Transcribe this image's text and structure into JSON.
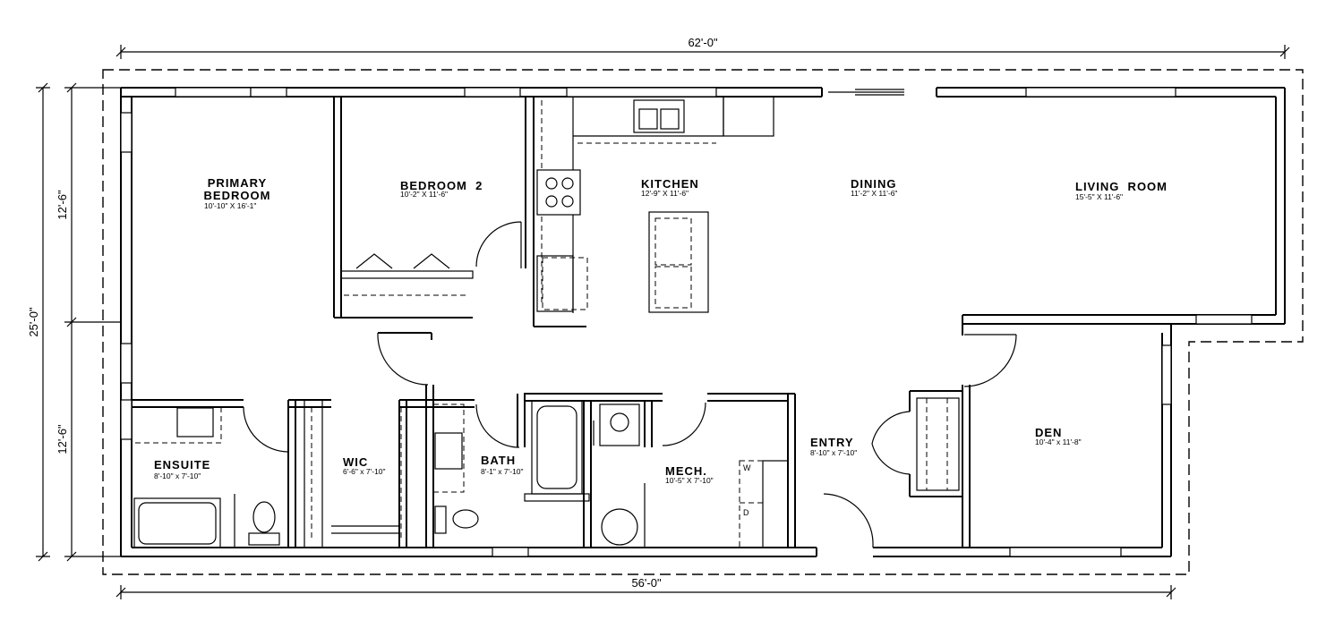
{
  "dimensions": {
    "top_total": "62'-0\"",
    "bottom_total": "56'-0\"",
    "left_total": "25'-0\"",
    "left_upper": "12'-6\"",
    "left_lower": "12'-6\""
  },
  "rooms": {
    "primary_bedroom": {
      "name_line1": "PRIMARY",
      "name_line2": "BEDROOM",
      "size": "10'-10\" X 16'-1\""
    },
    "bedroom2": {
      "name": "BEDROOM  2",
      "size": "10'-2\" X 11'-6\""
    },
    "kitchen": {
      "name": "KITCHEN",
      "size": "12'-9\" X 11'-6\""
    },
    "dining": {
      "name": "DINING",
      "size": "11'-2\" X 11'-6\""
    },
    "living_room": {
      "name": "LIVING  ROOM",
      "size": "15'-5\" X 11'-6\""
    },
    "ensuite": {
      "name": "ENSUITE",
      "size": "8'-10\" x 7'-10\""
    },
    "wic": {
      "name": "WIC",
      "size": "6'-6\" x 7'-10\""
    },
    "bath": {
      "name": "BATH",
      "size": "8'-1\" x 7'-10\""
    },
    "mech": {
      "name": "MECH.",
      "size": "10'-5\" X 7'-10\""
    },
    "entry": {
      "name": "ENTRY",
      "size": "8'-10\" x 7'-10\""
    },
    "den": {
      "name": "DEN",
      "size": "10'-4\" x 11'-8\""
    }
  },
  "appliances": {
    "washer": "W",
    "dryer": "D"
  }
}
